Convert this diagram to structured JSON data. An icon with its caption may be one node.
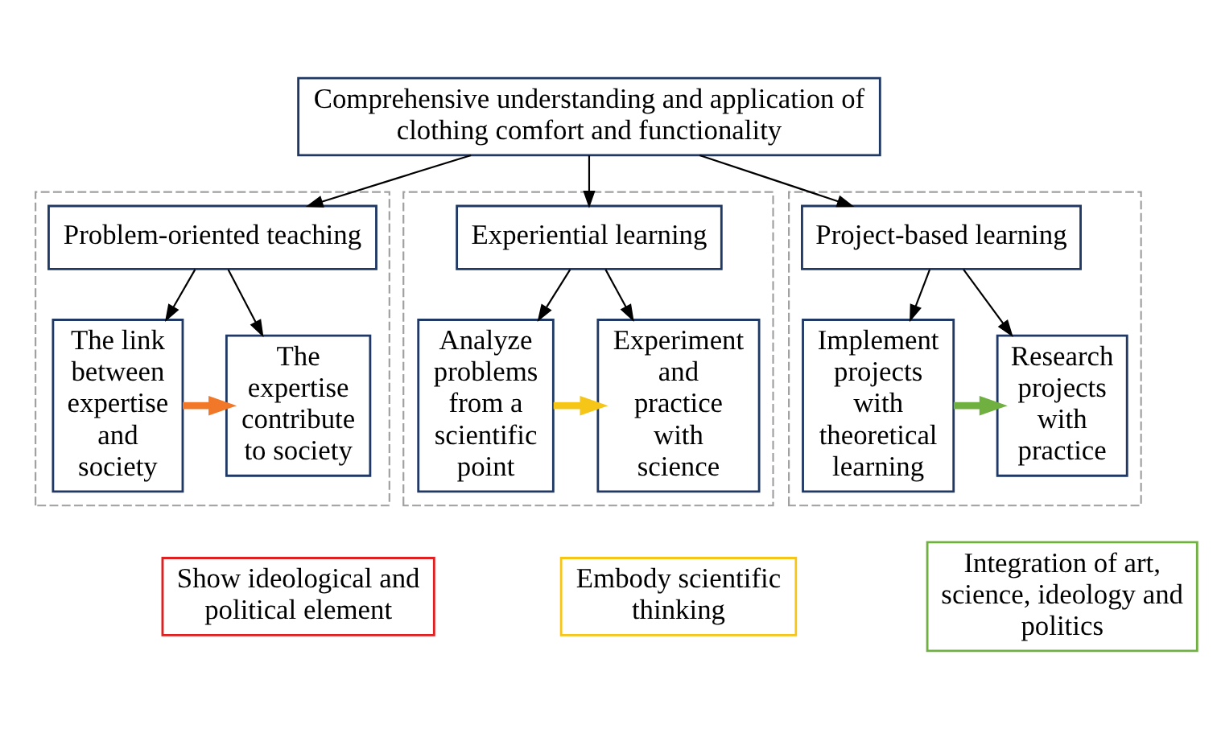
{
  "diagram": {
    "nodes": [
      {
        "text": [
          "Comprehensive understanding and application of clothing comfort and functionality"
        ]
      },
      {
        "text": [],
        "shape": "box"
      },
      {
        "text": [
          "Problem-oriented teaching"
        ],
        "in": 1
      },
      {
        "text": [
          "The link between expertise and society"
        ],
        "in": 1
      },
      {
        "text": [
          "The expertise contribute to society"
        ],
        "in": 1
      },
      {
        "text": [],
        "shape": "box"
      },
      {
        "text": [
          "Experiential learning"
        ],
        "in": 5
      },
      {
        "text": [
          "Analyze problems from a scientific point"
        ],
        "in": 5
      },
      {
        "text": [
          "Experiment and practice with science"
        ],
        "in": 5
      },
      {
        "text": [],
        "shape": "box"
      },
      {
        "text": [
          "Project-based learning"
        ],
        "in": 9
      },
      {
        "text": [
          "Implement projects with theoretical learning"
        ],
        "in": 9
      },
      {
        "text": [
          "Research projects with practice"
        ],
        "in": 9
      },
      {
        "text": [
          "Show ideological and political element"
        ]
      },
      {
        "text": [
          "Embody scientific thinking"
        ]
      },
      {
        "text": [
          "Integration of art, science, ideology and politics"
        ]
      }
    ],
    "edges": [
      {
        "from": 0,
        "to": 2,
        "arrow": "to"
      },
      {
        "from": 0,
        "to": 6,
        "arrow": "to"
      },
      {
        "from": 0,
        "to": 10,
        "arrow": "to"
      },
      {
        "from": 2,
        "to": 3,
        "arrow": "to"
      },
      {
        "from": 2,
        "to": 4,
        "arrow": "to"
      },
      {
        "from": 3,
        "to": 4,
        "arrow": "to",
        "style": "thick",
        "color": "#f07828"
      },
      {
        "from": 6,
        "to": 7,
        "arrow": "to"
      },
      {
        "from": 6,
        "to": 8,
        "arrow": "to"
      },
      {
        "from": 7,
        "to": 8,
        "arrow": "to",
        "style": "thick",
        "color": "#f5c518"
      },
      {
        "from": 10,
        "to": 11,
        "arrow": "to"
      },
      {
        "from": 10,
        "to": 12,
        "arrow": "to"
      },
      {
        "from": 11,
        "to": 12,
        "arrow": "to",
        "style": "thick",
        "color": "#70b040"
      }
    ]
  }
}
